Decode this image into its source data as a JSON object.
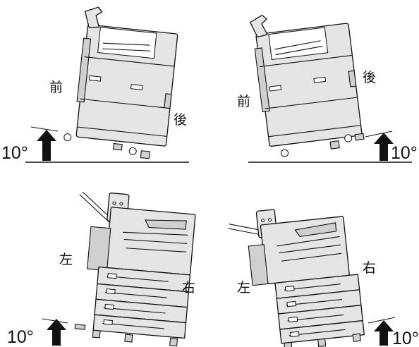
{
  "panels": [
    {
      "id": "front-raised-left",
      "labels": {
        "front": "前",
        "rear": "後"
      },
      "angle": "10°"
    },
    {
      "id": "rear-raised-right",
      "labels": {
        "front": "前",
        "rear": "後"
      },
      "angle": "10°"
    },
    {
      "id": "left-raised-left",
      "labels": {
        "left": "左",
        "right": "右"
      },
      "angle": "10°"
    },
    {
      "id": "right-raised-right",
      "labels": {
        "left": "左",
        "right": "右"
      },
      "angle": "10°"
    }
  ]
}
